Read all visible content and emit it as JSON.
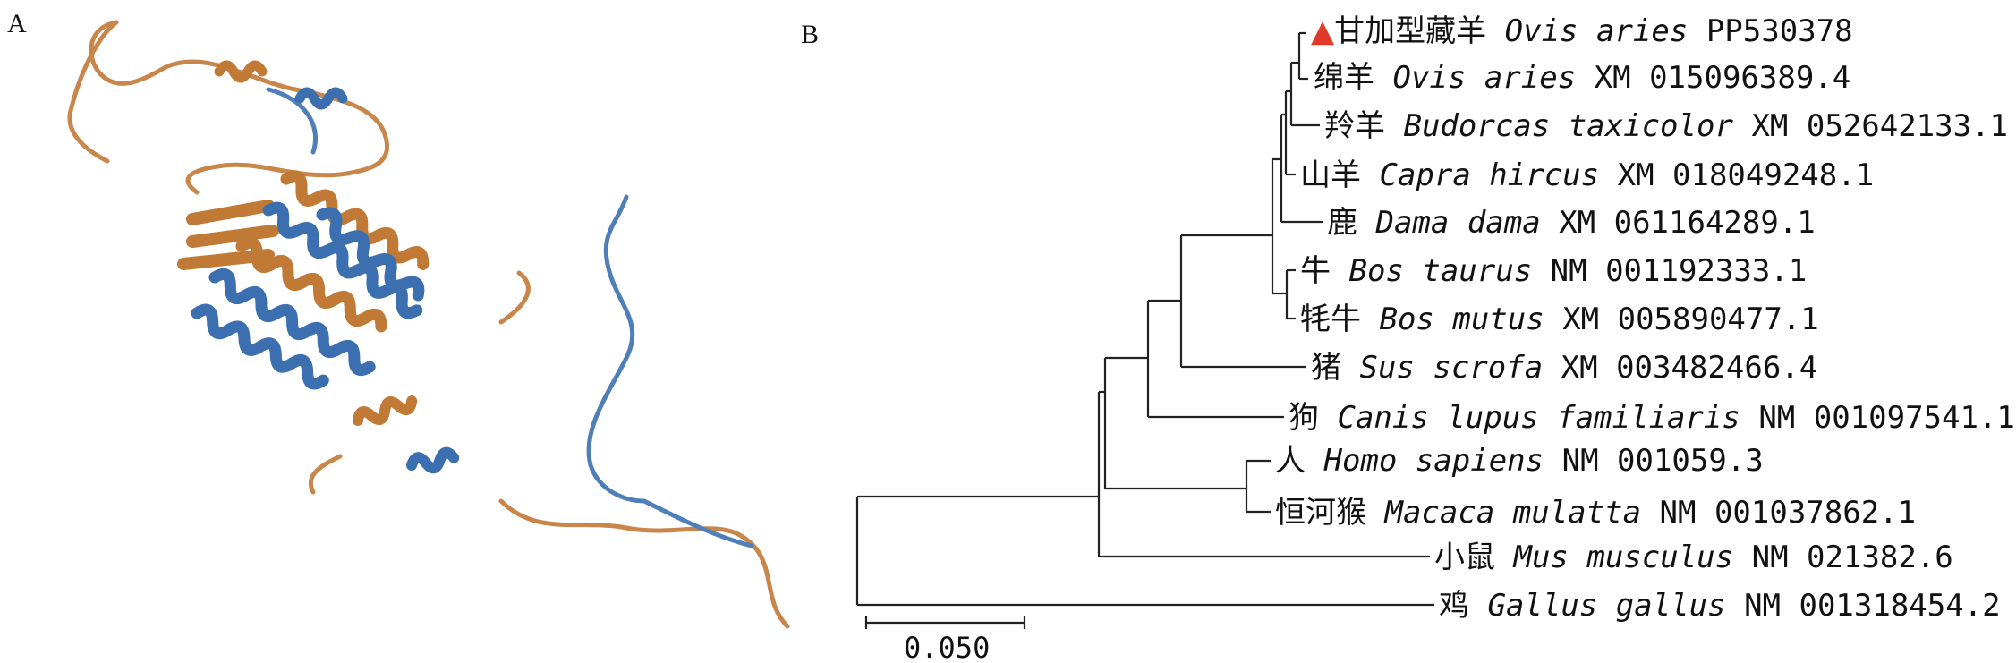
{
  "panels": {
    "a_label": "A",
    "b_label": "B"
  },
  "colors": {
    "helix_blue": "#3b6fb0",
    "helix_orange": "#c17a35",
    "coil_orange": "#c8864a",
    "coil_blue": "#4f7fb8",
    "marker_red": "#e03a2a",
    "line": "#222222"
  },
  "tree": {
    "taxa": [
      {
        "marker": "▲",
        "cn": "甘加型藏羊",
        "sci": "Ovis aries",
        "acc": "PP530378"
      },
      {
        "marker": "",
        "cn": "绵羊",
        "sci": "Ovis aries",
        "acc": "XM 015096389.4"
      },
      {
        "marker": "",
        "cn": "羚羊",
        "sci": "Budorcas taxicolor",
        "acc": "XM 052642133.1"
      },
      {
        "marker": "",
        "cn": "山羊",
        "sci": "Capra hircus",
        "acc": "XM 018049248.1"
      },
      {
        "marker": "",
        "cn": "鹿",
        "sci": "Dama dama",
        "acc": "XM 061164289.1"
      },
      {
        "marker": "",
        "cn": "牛",
        "sci": "Bos taurus",
        "acc": "NM 001192333.1"
      },
      {
        "marker": "",
        "cn": "牦牛",
        "sci": "Bos mutus",
        "acc": "XM 005890477.1"
      },
      {
        "marker": "",
        "cn": "猪",
        "sci": "Sus scrofa",
        "acc": "XM 003482466.4"
      },
      {
        "marker": "",
        "cn": "狗",
        "sci": "Canis lupus familiaris",
        "acc": "NM 001097541.1"
      },
      {
        "marker": "",
        "cn": "人",
        "sci": "Homo sapiens",
        "acc": "NM 001059.3"
      },
      {
        "marker": "",
        "cn": "恒河猴",
        "sci": "Macaca mulatta",
        "acc": "NM 001037862.1"
      },
      {
        "marker": "",
        "cn": "小鼠",
        "sci": "Mus musculus",
        "acc": "NM 021382.6"
      },
      {
        "marker": "",
        "cn": "鸡",
        "sci": "Gallus gallus",
        "acc": "NM 001318454.2"
      }
    ],
    "scale_bar_label": "0.050"
  }
}
